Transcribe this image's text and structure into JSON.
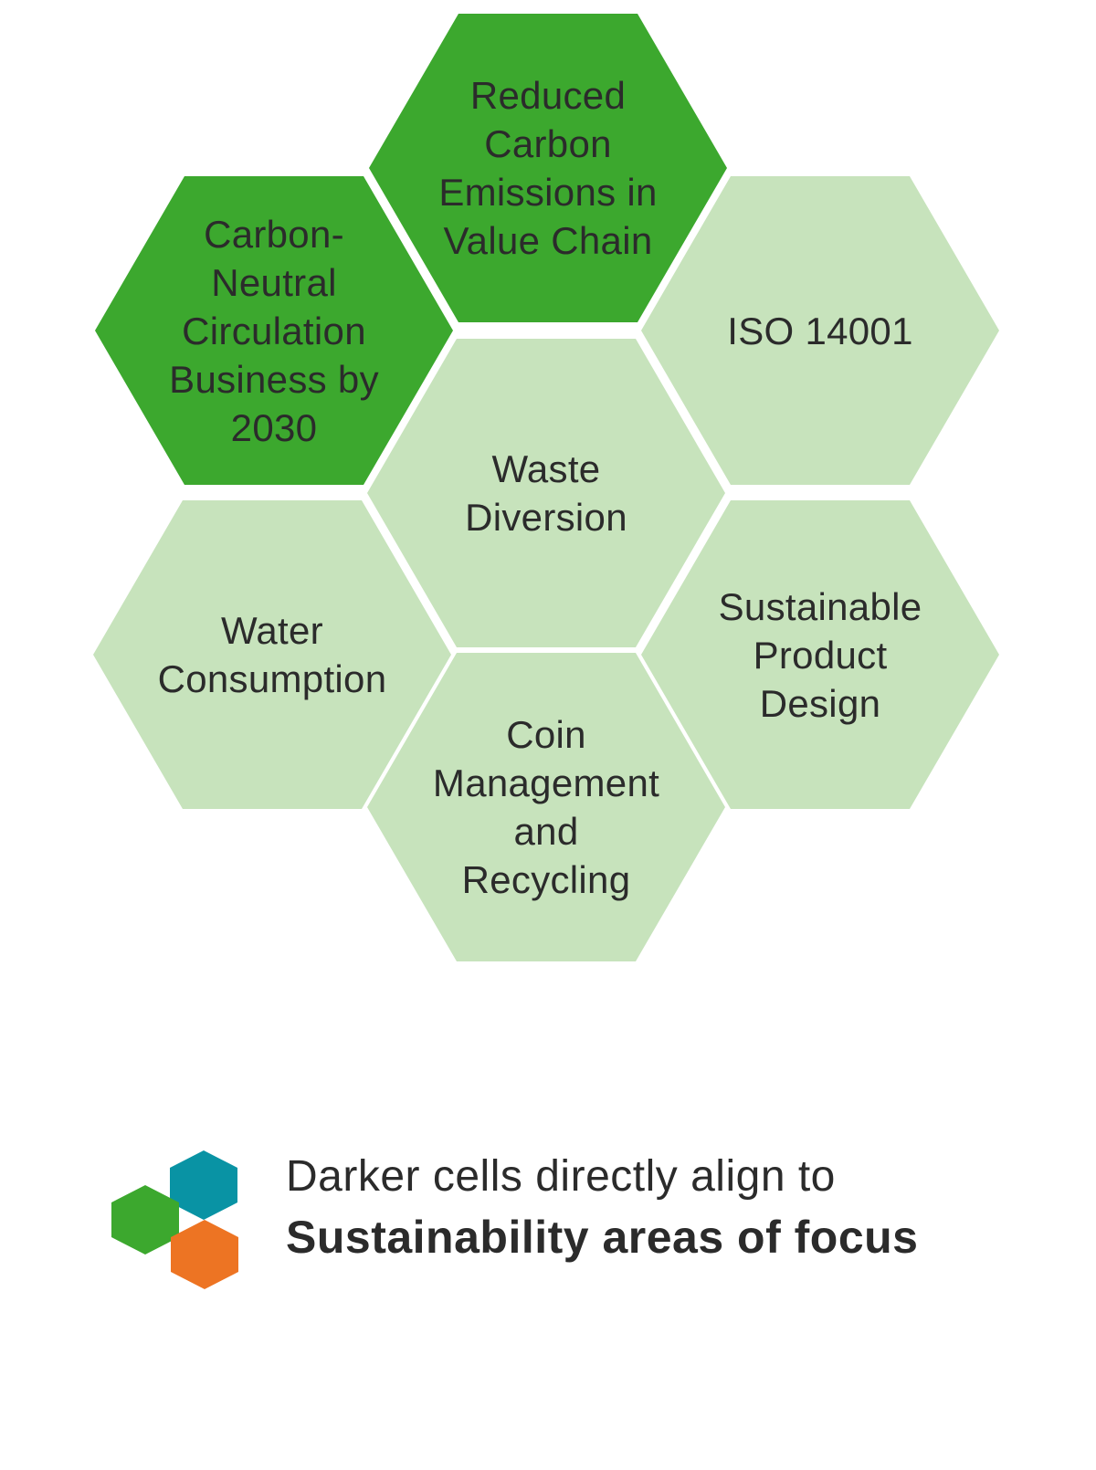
{
  "colors": {
    "green": "#3CA82E",
    "light-green": "#C7E3BC",
    "teal": "#0993A4",
    "orange": "#ED7423",
    "text": "#2B2B2B",
    "background": "#FFFFFF"
  },
  "honeycomb": {
    "cells": [
      {
        "id": "reduced-carbon-emissions",
        "label": "Reduced Carbon Emissions in Value Chain",
        "lines": [
          "Reduced",
          "Carbon",
          "Emissions in",
          "Value Chain"
        ],
        "variant": "dark"
      },
      {
        "id": "carbon-neutral-circulation-2030",
        "label": "Carbon-Neutral Circulation Business by 2030",
        "lines": [
          "Carbon-",
          "Neutral",
          "Circulation",
          "Business by",
          "2030"
        ],
        "variant": "dark"
      },
      {
        "id": "iso-14001",
        "label": "ISO 14001",
        "lines": [
          "ISO 14001"
        ],
        "variant": "light"
      },
      {
        "id": "waste-diversion",
        "label": "Waste Diversion",
        "lines": [
          "Waste",
          "Diversion"
        ],
        "variant": "light"
      },
      {
        "id": "water-consumption",
        "label": "Water Consumption",
        "lines": [
          "Water",
          "Consumption"
        ],
        "variant": "light"
      },
      {
        "id": "sustainable-product-design",
        "label": "Sustainable Product Design",
        "lines": [
          "Sustainable",
          "Product",
          "Design"
        ],
        "variant": "light"
      },
      {
        "id": "coin-management-and-recycling",
        "label": "Coin Management and Recycling",
        "lines": [
          "Coin",
          "Management",
          "and",
          "Recycling"
        ],
        "variant": "light"
      }
    ]
  },
  "legend": {
    "line1": "Darker cells directly align to",
    "line2": "Sustainability areas of focus"
  }
}
